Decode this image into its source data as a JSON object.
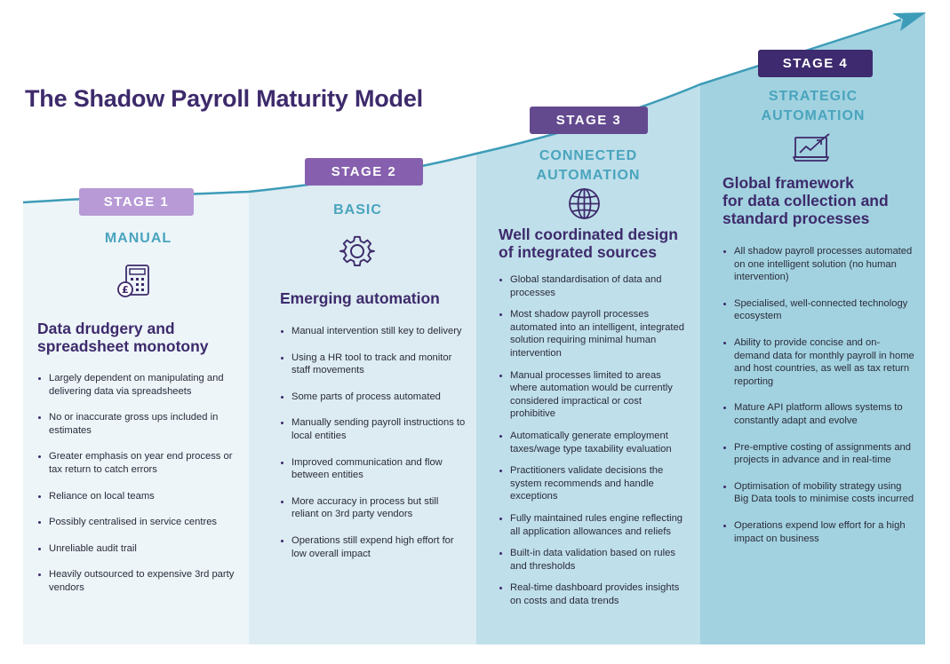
{
  "title": "The Shadow Payroll Maturity Model",
  "colors": {
    "title": "#3d2a6b",
    "stage1_badge": "#b79ad6",
    "stage2_badge": "#8660ae",
    "stage3_badge": "#634a8f",
    "stage4_badge": "#3e2a6e",
    "stage_name": "#49a4bd",
    "curve": "#3d9cb8"
  },
  "stages": [
    {
      "badge": "STAGE 1",
      "name": "MANUAL",
      "icon": "calculator-icon",
      "heading": "Data drudgery and\nspreadsheet monotony",
      "bullets": [
        "Largely dependent on manipulating and delivering data via spreadsheets",
        "No or inaccurate gross ups included in estimates",
        "Greater emphasis on year end process or tax return to catch errors",
        "Reliance on local teams",
        "Possibly centralised in service centres",
        "Unreliable audit trail",
        "Heavily outsourced to expensive 3rd party vendors"
      ]
    },
    {
      "badge": "STAGE 2",
      "name": "BASIC",
      "icon": "gear-icon",
      "heading": "Emerging automation",
      "bullets": [
        "Manual intervention still key to delivery",
        "Using a HR tool to track and monitor staff movements",
        "Some parts of process automated",
        "Manually sending payroll instructions to local entities",
        "Improved communication and flow between entities",
        "More accuracy in process but still reliant on 3rd party vendors",
        "Operations still expend high effort for low overall impact"
      ]
    },
    {
      "badge": "STAGE 3",
      "name": "CONNECTED\nAUTOMATION",
      "icon": "globe-icon",
      "heading": "Well coordinated design\nof integrated sources",
      "bullets": [
        "Global standardisation of data and processes",
        "Most shadow payroll processes automated into an intelligent, integrated solution requiring minimal human intervention",
        "Manual processes limited to areas where automation would be currently considered impractical or cost prohibitive",
        "Automatically generate employment taxes/wage type taxability evaluation",
        "Practitioners validate decisions the system recommends and handle exceptions",
        "Fully maintained rules engine reflecting all application allowances and reliefs",
        "Built-in data validation based on rules and thresholds",
        "Real-time dashboard provides insights on costs and data trends"
      ]
    },
    {
      "badge": "STAGE 4",
      "name": "STRATEGIC\nAUTOMATION",
      "icon": "chart-monitor-icon",
      "heading": "Global framework\nfor data collection and\nstandard processes",
      "bullets": [
        "All shadow payroll processes automated on one intelligent solution (no human intervention)",
        "Specialised, well-connected technology ecosystem",
        "Ability to provide concise and on-demand data for monthly payroll in home and host countries, as well as tax return reporting",
        "Mature API platform allows systems to constantly adapt and evolve",
        "Pre-emptive costing of assignments and projects in advance and in real-time",
        "Optimisation of mobility strategy using Big Data tools to minimise costs incurred",
        "Operations expend low effort for a high impact on business"
      ]
    }
  ]
}
